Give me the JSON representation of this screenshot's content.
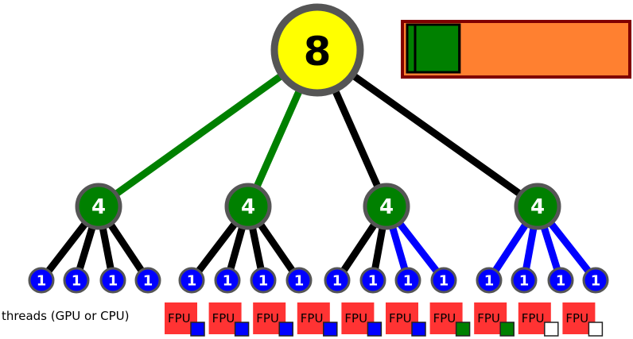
{
  "root": {
    "label": "8",
    "fill": "#ffff00"
  },
  "mid_nodes": [
    {
      "label": "4",
      "fill": "#008000",
      "edge_color": "#008000"
    },
    {
      "label": "4",
      "fill": "#008000",
      "edge_color": "#008000"
    },
    {
      "label": "4",
      "fill": "#008000",
      "edge_color": "#000000"
    },
    {
      "label": "4",
      "fill": "#008000",
      "edge_color": "#000000"
    }
  ],
  "leaf_groups": [
    {
      "labels": [
        "1",
        "1",
        "1",
        "1"
      ],
      "edge_colors": [
        "#000000",
        "#000000",
        "#000000",
        "#000000"
      ]
    },
    {
      "labels": [
        "1",
        "1",
        "1",
        "1"
      ],
      "edge_colors": [
        "#000000",
        "#000000",
        "#000000",
        "#000000"
      ]
    },
    {
      "labels": [
        "1",
        "1",
        "1",
        "1"
      ],
      "edge_colors": [
        "#000000",
        "#000000",
        "#0000ff",
        "#0000ff"
      ]
    },
    {
      "labels": [
        "1",
        "1",
        "1",
        "1"
      ],
      "edge_colors": [
        "#0000ff",
        "#0000ff",
        "#0000ff",
        "#0000ff"
      ]
    }
  ],
  "leaf_fill": "#0000ff",
  "node_outline": "#555555",
  "threads_label": "threads (GPU or CPU)",
  "fpus": [
    {
      "label": "FPU",
      "status_color": "#0000ff"
    },
    {
      "label": "FPU",
      "status_color": "#0000ff"
    },
    {
      "label": "FPU",
      "status_color": "#0000ff"
    },
    {
      "label": "FPU",
      "status_color": "#0000ff"
    },
    {
      "label": "FPU",
      "status_color": "#0000ff"
    },
    {
      "label": "FPU",
      "status_color": "#0000ff"
    },
    {
      "label": "FPU",
      "status_color": "#008000"
    },
    {
      "label": "FPU",
      "status_color": "#008000"
    },
    {
      "label": "FPU",
      "status_color": "#ffffff"
    },
    {
      "label": "FPU",
      "status_color": "#ffffff"
    }
  ],
  "fpu_fill": "#ff3333",
  "progress": {
    "track_color": "#ff8030",
    "border_color": "#800000",
    "fill_color": "#008000",
    "fraction": 0.24
  }
}
